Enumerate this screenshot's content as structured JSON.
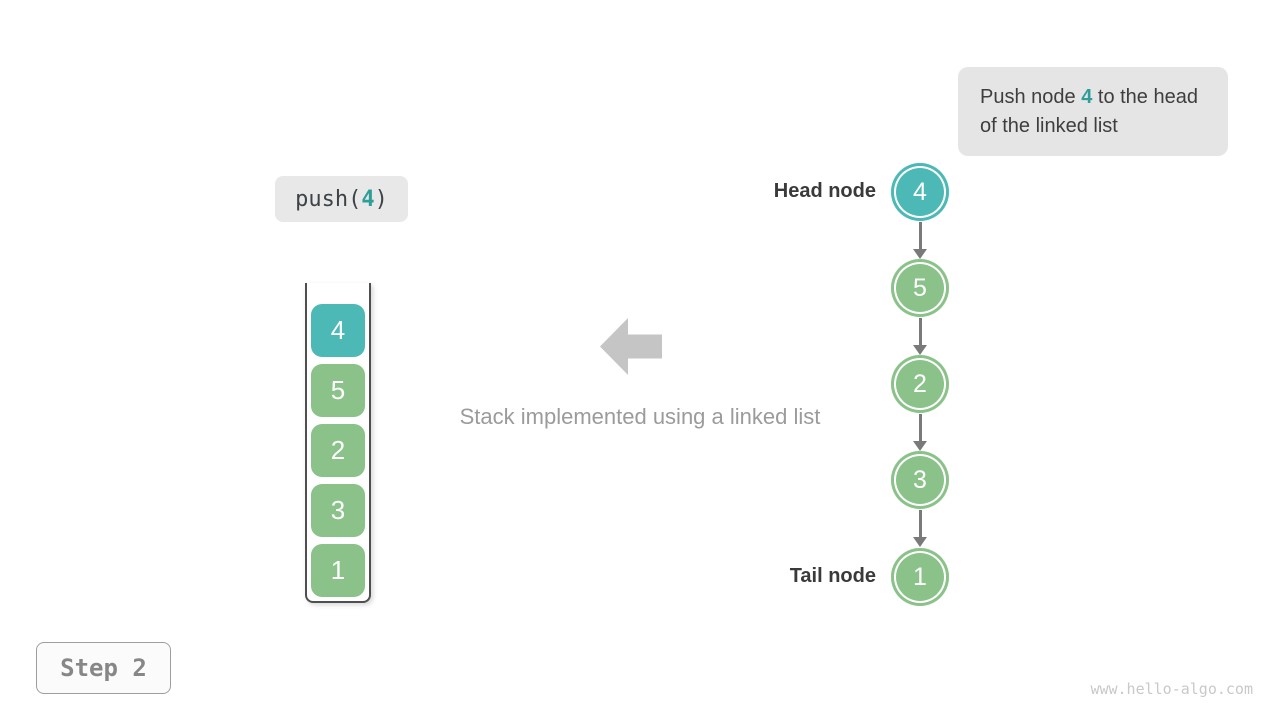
{
  "colors": {
    "teal": "#4db9b6",
    "green": "#8ac28a",
    "teal_text": "#2f9e98",
    "link_arrow_gray": "#7a7a7a",
    "block_arrow_gray": "#c5c5c5",
    "callout_bg": "#e5e5e6",
    "dark_text": "#3e3e3e",
    "muted_text": "#9b9b9b"
  },
  "callout": {
    "text_before": "Push node ",
    "highlight": "4",
    "text_after": " to the head of the linked list"
  },
  "operation": {
    "prefix": "push(",
    "arg": "4",
    "suffix": ")"
  },
  "stack": {
    "items": [
      {
        "value": "4",
        "color": "teal"
      },
      {
        "value": "5",
        "color": "green"
      },
      {
        "value": "2",
        "color": "green"
      },
      {
        "value": "3",
        "color": "green"
      },
      {
        "value": "1",
        "color": "green"
      }
    ]
  },
  "caption": "Stack implemented using a linked list",
  "linked_list": {
    "head_label": "Head node",
    "tail_label": "Tail node",
    "nodes": [
      {
        "value": "4",
        "color": "teal"
      },
      {
        "value": "5",
        "color": "green"
      },
      {
        "value": "2",
        "color": "green"
      },
      {
        "value": "3",
        "color": "green"
      },
      {
        "value": "1",
        "color": "green"
      }
    ]
  },
  "step_badge": {
    "label": "Step 2"
  },
  "watermark": "www.hello-algo.com"
}
